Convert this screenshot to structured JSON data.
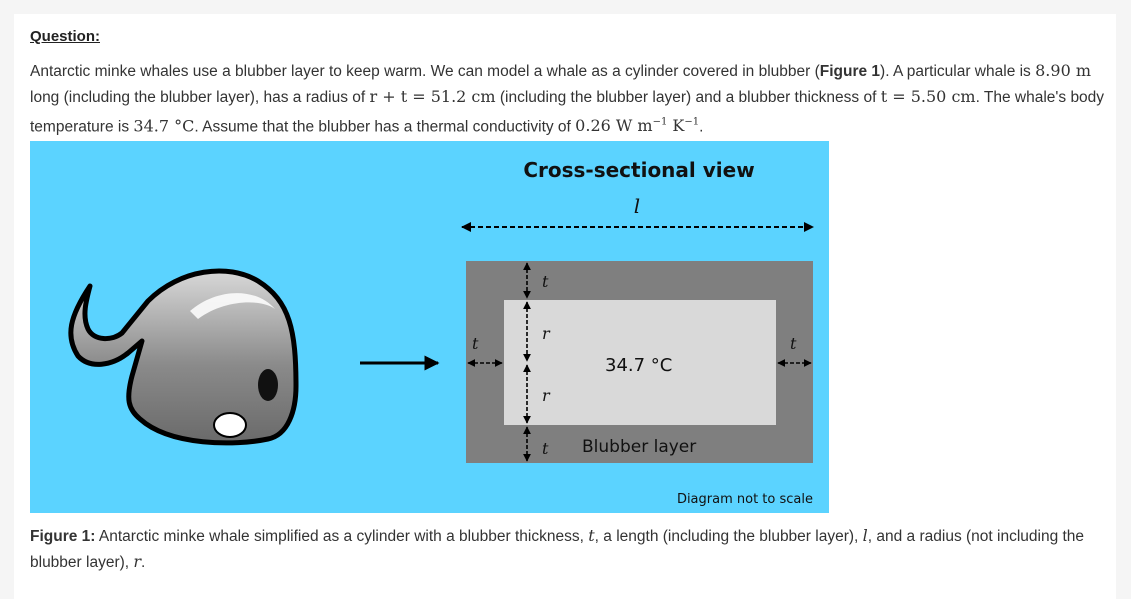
{
  "question": {
    "heading": "Question:",
    "s1": "Antarctic minke whales use a blubber layer to keep warm. We can model a whale as a cylinder covered in blubber (",
    "fig_ref": "Figure 1",
    "s2": "). A particular whale is ",
    "length_value": "8.90 m",
    "s3": " long (including the blubber layer), has a radius of ",
    "radius_expr": "r + t = 51.2 cm",
    "s4": " (including the blubber layer) and a blubber thickness of ",
    "thickness_expr": "t = 5.50 cm",
    "s5": ". The whale's body temperature is ",
    "temp_value": "34.7 °C",
    "s6": ". Assume that the blubber has a thermal conductivity of ",
    "k_value": "0.26 W m",
    "k_exp1": "−1",
    "k_unit2": " K",
    "k_exp2": "−1",
    "s7": "."
  },
  "figure": {
    "title": "Cross-sectional view",
    "label_l": "l",
    "label_t_top": "t",
    "label_r_top": "r",
    "label_r_bottom": "r",
    "label_t_bottom": "t",
    "label_t_left": "t",
    "label_t_right": "t",
    "inner_temp": "34.7 °C",
    "blubber_label": "Blubber layer",
    "note": "Diagram not to scale",
    "colors": {
      "background": "#5bd3ff",
      "blubber": "#7f7f7f",
      "core": "#d9d9d9"
    }
  },
  "caption": {
    "label": "Figure 1:",
    "c1": " Antarctic minke whale simplified as a cylinder with a blubber thickness, ",
    "t": "t",
    "c2": ", a length (including the blubber layer), ",
    "l": "l",
    "c3": ", and a radius (not including the blubber layer), ",
    "r": "r",
    "c4": "."
  }
}
